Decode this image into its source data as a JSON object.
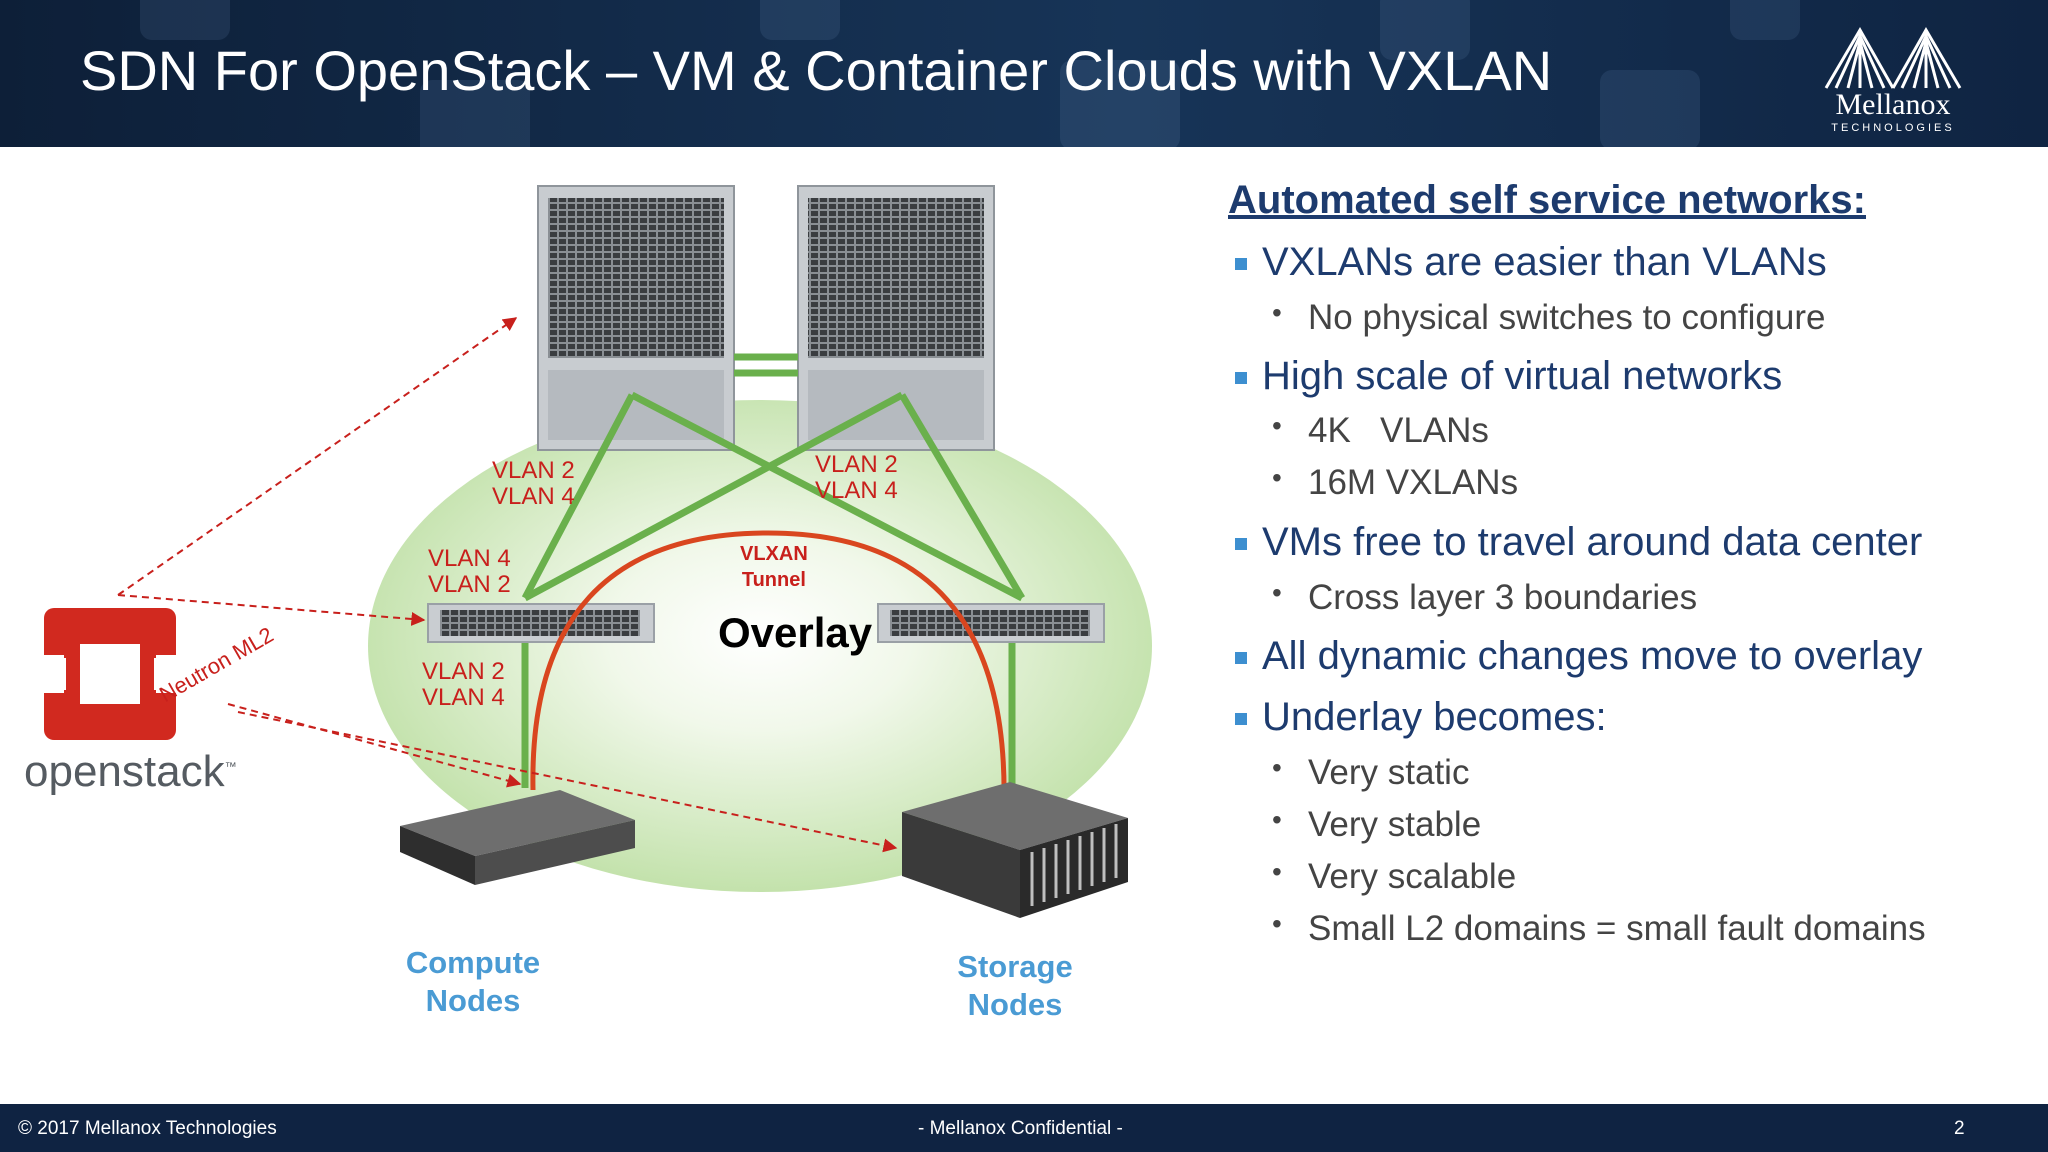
{
  "slide": {
    "title": "SDN For OpenStack – VM & Container Clouds with VXLAN",
    "logo": {
      "name": "Mellanox",
      "subtitle": "TECHNOLOGIES"
    },
    "footer": {
      "copyright": "© 2017 Mellanox Technologies",
      "confidential": "- Mellanox Confidential -",
      "page": "2"
    }
  },
  "diagram": {
    "openstack_label": "openstack",
    "trademark": "™",
    "neutron_label": "Neutron ML2",
    "vlan_left_upper": [
      "VLAN 2",
      "VLAN 4"
    ],
    "vlan_right_upper": [
      "VLAN 2",
      "VLAN 4"
    ],
    "vlan_left_middle": [
      "VLAN 4",
      "VLAN 2"
    ],
    "vlan_left_lower": [
      "VLAN 2",
      "VLAN 4"
    ],
    "tunnel_label": [
      "VLXAN",
      "Tunnel"
    ],
    "overlay_label": "Overlay",
    "compute_label": [
      "Compute",
      "Nodes"
    ],
    "storage_label": [
      "Storage",
      "Nodes"
    ]
  },
  "content": {
    "heading": "Automated self service networks:",
    "bullets": [
      {
        "text": "VXLANs are easier than VLANs",
        "sub": [
          "No physical switches to configure"
        ]
      },
      {
        "text": "High scale of virtual networks",
        "sub": [
          "4K   VLANs",
          "16M VXLANs"
        ]
      },
      {
        "text": "VMs free to travel around data center",
        "sub": [
          "Cross layer 3 boundaries"
        ]
      },
      {
        "text": "All dynamic changes move to overlay",
        "sub": []
      },
      {
        "text": "Underlay becomes:",
        "sub": [
          "Very static",
          "Very stable",
          "Very scalable",
          "Small L2 domains = small fault domains"
        ]
      }
    ]
  },
  "colors": {
    "header_bg": "#152f52",
    "title_text": "#ffffff",
    "heading_text": "#1d3b6e",
    "bullet_square": "#3d8fd0",
    "vlan_red": "#c8201c",
    "link_green": "#6ab04c",
    "tunnel_red": "#d9461f",
    "nodes_blue": "#4a9bd4",
    "openstack_red": "#d1291f"
  }
}
